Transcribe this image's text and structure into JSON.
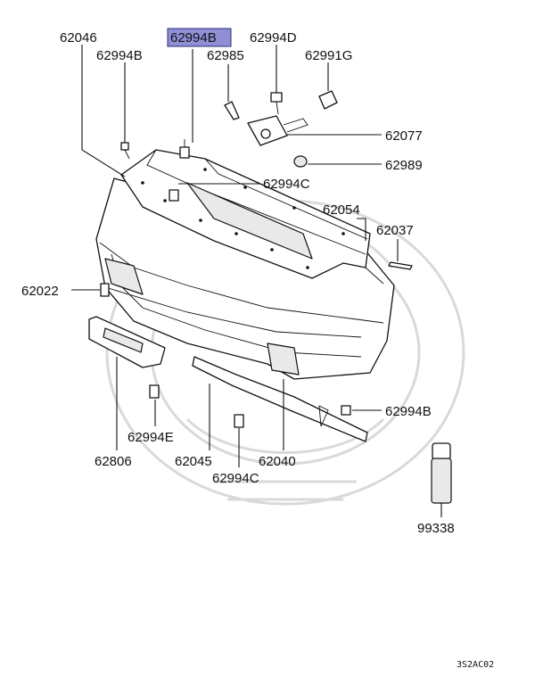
{
  "diagram": {
    "highlighted_part": "62994B",
    "labels": {
      "p62046": "62046",
      "p62994B_top_left": "62994B",
      "p62994B_highlight": "62994B",
      "p62994D": "62994D",
      "p62985": "62985",
      "p62991G": "62991G",
      "p62077": "62077",
      "p62989": "62989",
      "p62994C_mid": "62994C",
      "p62054": "62054",
      "p62037": "62037",
      "p62022": "62022",
      "p62994B_right": "62994B",
      "p62994E": "62994E",
      "p62806": "62806",
      "p62045": "62045",
      "p62040": "62040",
      "p62994C_bottom": "62994C",
      "p99338": "99338"
    },
    "diagram_code": "3S2AC02",
    "colors": {
      "highlight_fill": "#8f8fd6",
      "line": "#111111",
      "watermark": "#d9d9d9"
    }
  }
}
